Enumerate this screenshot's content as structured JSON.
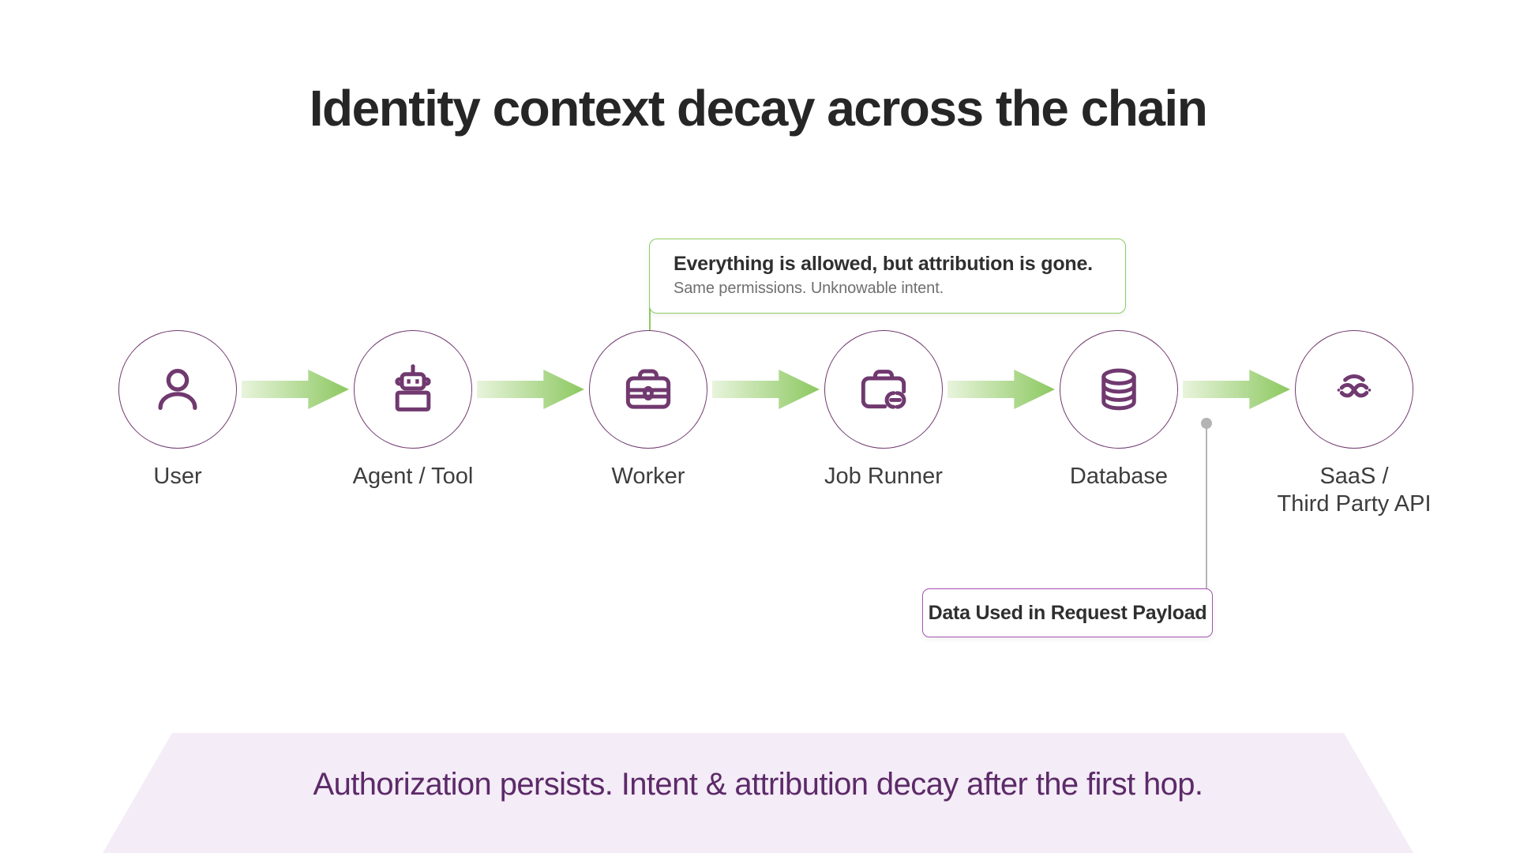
{
  "title": "Identity context decay across the chain",
  "chain": {
    "nodes": [
      {
        "label": "User",
        "icon": "person-icon"
      },
      {
        "label": "Agent / Tool",
        "icon": "robot-icon"
      },
      {
        "label": "Worker",
        "icon": "briefcase-icon"
      },
      {
        "label": "Job Runner",
        "icon": "briefcase-link-icon"
      },
      {
        "label": "Database",
        "icon": "database-icon"
      },
      {
        "label": "SaaS /\nThird Party API",
        "label_line1": "SaaS /",
        "label_line2": "Third Party API",
        "icon": "infinity-cloud-icon"
      }
    ],
    "arrow_count": 5,
    "arrow_icon": "arrow-right-icon"
  },
  "callouts": {
    "green": {
      "headline": "Everything is allowed, but attribution is gone.",
      "subline": "Same permissions. Unknowable intent.",
      "anchor_node": "Worker"
    },
    "purple": {
      "label": "Data Used in Request Payload",
      "anchor_node": "Database"
    }
  },
  "banner": {
    "text": "Authorization persists. Intent & attribution decay after the first hop."
  },
  "colors": {
    "purple_stroke": "#70396f",
    "purple_accent": "#a352b0",
    "purple_text": "#5c2a69",
    "green_accent": "#8dcc63",
    "green_arrow_solid": "#8cc860",
    "green_arrow_fade": "#e8f4dc",
    "banner_bg": "#f4ecf6",
    "title_text": "#262626",
    "label_text": "#3d3d3d",
    "sub_text": "#6f6f6f",
    "connector_gray": "#b4b4b4",
    "background": "#ffffff"
  }
}
